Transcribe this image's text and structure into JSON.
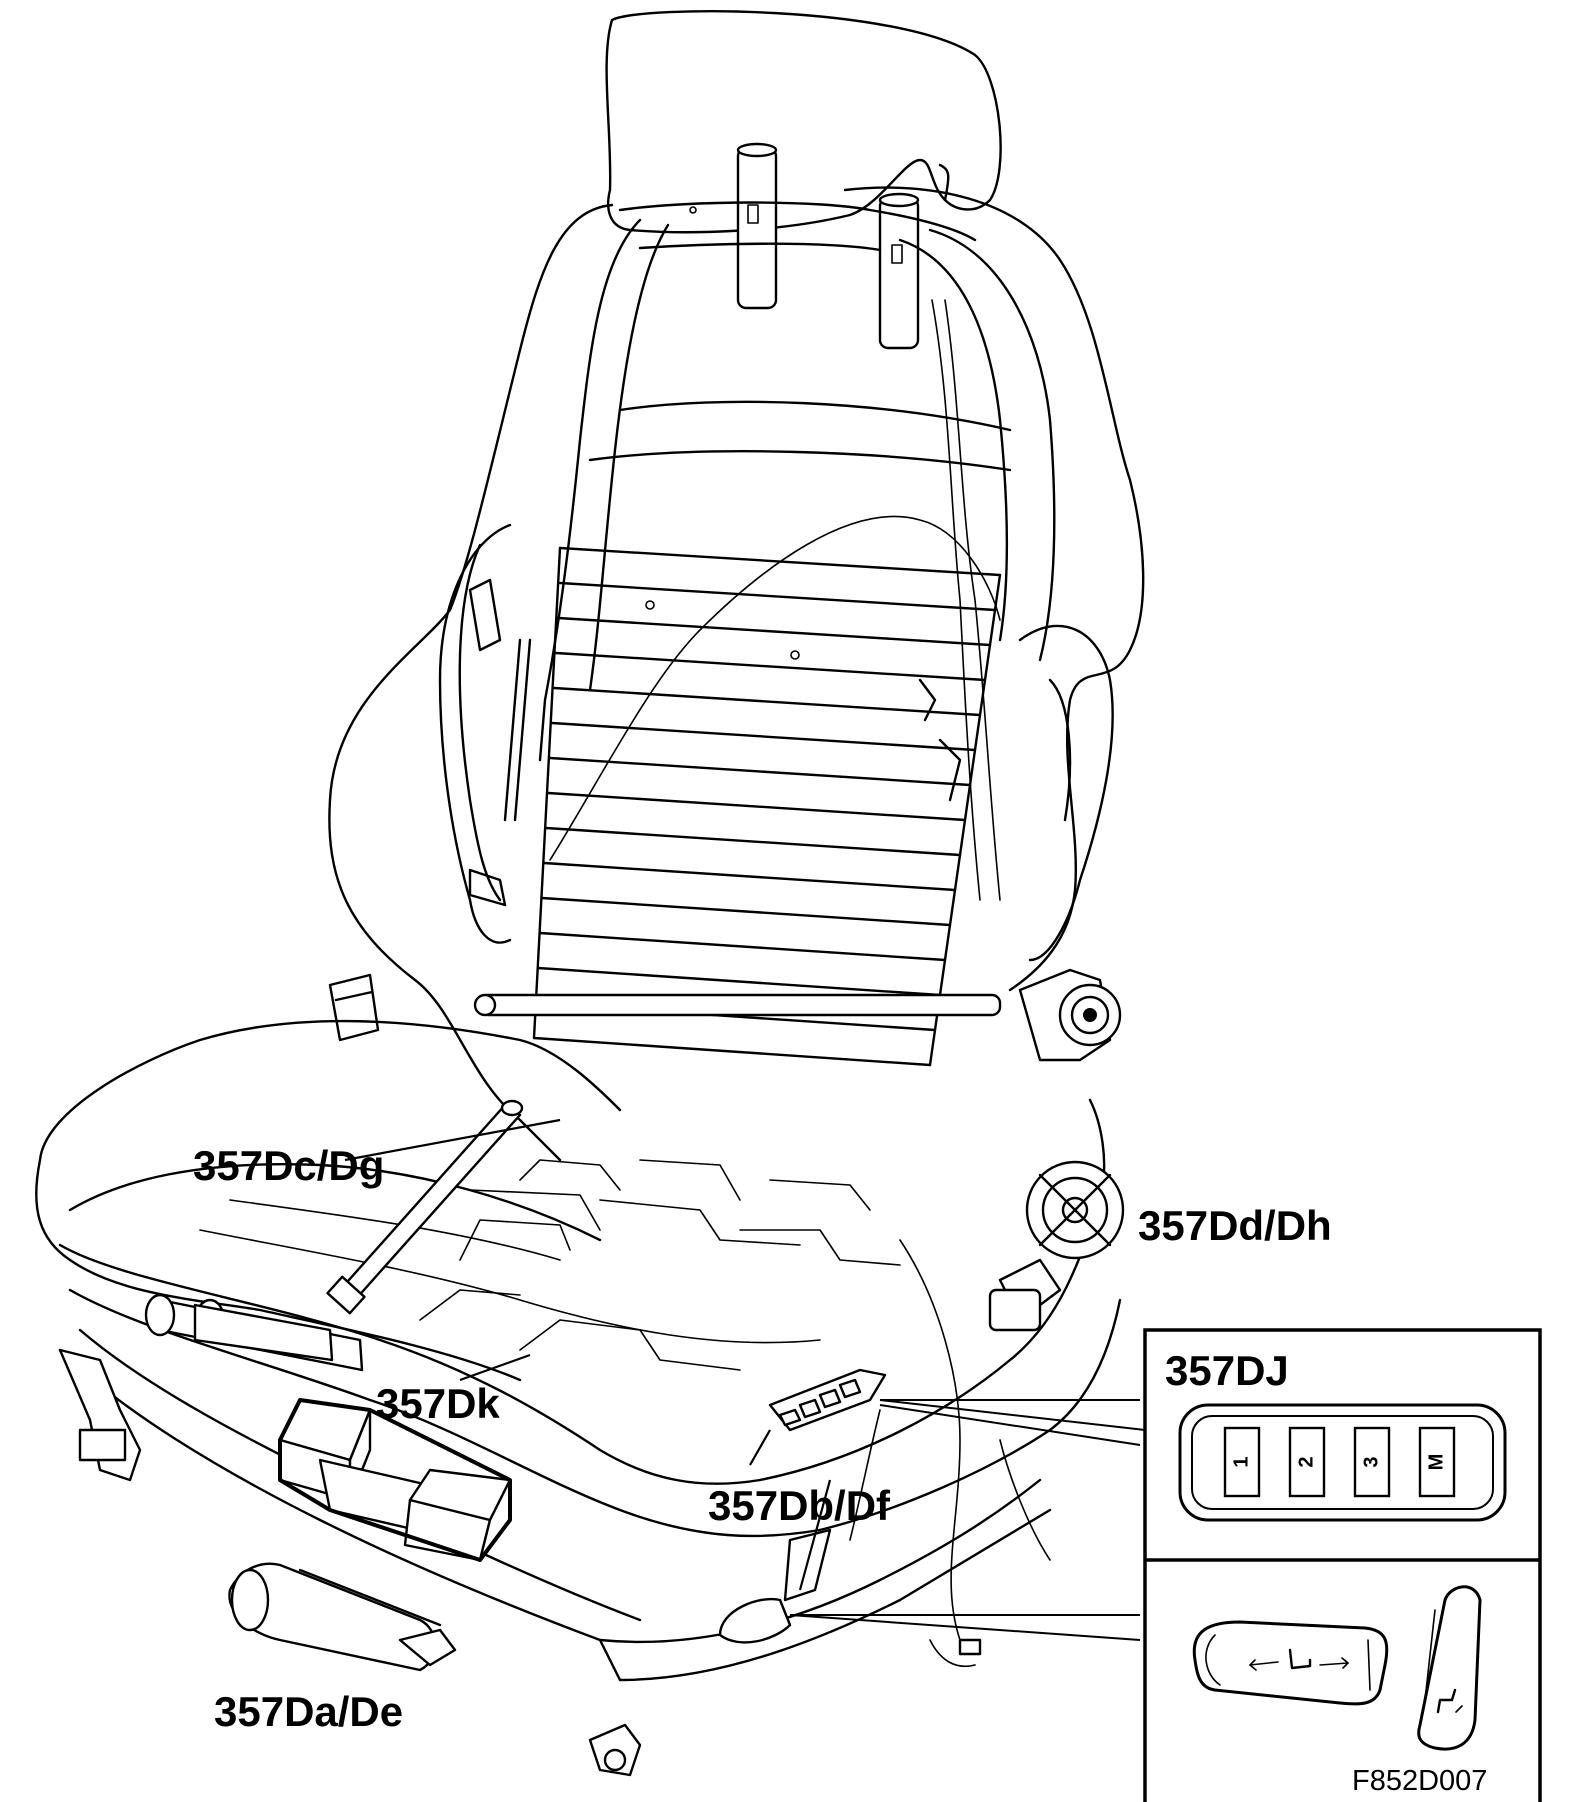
{
  "callouts": {
    "seat_height_motor": "357Dc/Dg",
    "backrest_motor": "357Dd/Dh",
    "control_module": "357Dk",
    "switch_assembly": "357Db/Df",
    "length_motor": "357Da/De",
    "memory_panel": "357DJ"
  },
  "memory_buttons": [
    "1",
    "2",
    "3",
    "M"
  ],
  "figure_id": "F852D007"
}
